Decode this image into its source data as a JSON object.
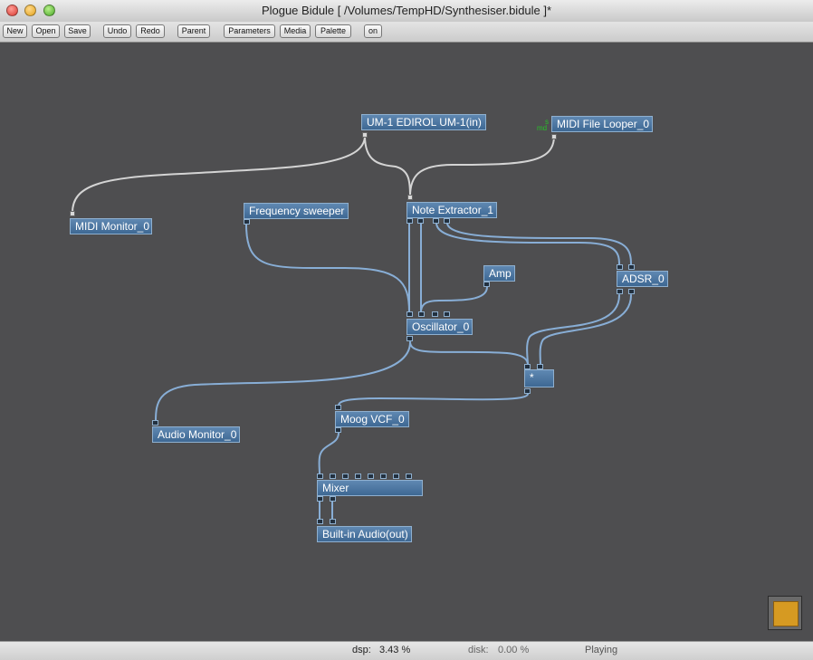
{
  "window": {
    "title": "Plogue Bidule [ /Volumes/TempHD/Synthesiser.bidule ]*"
  },
  "toolbar": {
    "buttons": [
      "New",
      "Open",
      "Save",
      "Undo",
      "Redo",
      "Parent",
      "Parameters",
      "Media",
      "Palette",
      "on"
    ]
  },
  "nodes": {
    "um1": "UM-1 EDIROL UM-1(in)",
    "midi_file_looper": "MIDI File Looper_0",
    "midi_monitor": "MIDI Monitor_0",
    "frequency_sweeper": "Frequency sweeper",
    "note_extractor": "Note Extractor_1",
    "amp": "Amp",
    "adsr": "ADSR_0",
    "oscillator": "Oscillator_0",
    "multiply": "*",
    "audio_monitor": "Audio Monitor_0",
    "moog_vcf": "Moog VCF_0",
    "mixer": "Mixer",
    "builtin_audio_out": "Built-in Audio(out)"
  },
  "midi_tag": {
    "line1": "s",
    "line2": "md"
  },
  "status": {
    "dsp_label": "dsp:",
    "dsp_value": "3.43 %",
    "disk_label": "disk:",
    "disk_value": "0.00 %",
    "state": "Playing"
  },
  "colors": {
    "wire_midi": "#d4d4d4",
    "wire_audio": "#88aed6",
    "node_fill": "#4a74a0",
    "indicator": "#d69a22"
  }
}
